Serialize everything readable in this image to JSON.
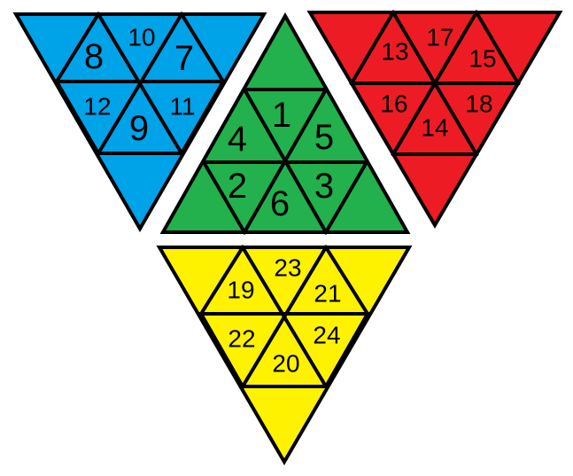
{
  "colors": {
    "blue": "#00a2e8",
    "green": "#22b14c",
    "red": "#ed1c24",
    "yellow": "#fff200",
    "outline": "#000000"
  },
  "pieces": [
    {
      "id": "blue",
      "color": "#00a2e8",
      "numbers": [
        "8",
        "10",
        "7",
        "12",
        "9",
        "11"
      ]
    },
    {
      "id": "green",
      "color": "#22b14c",
      "numbers": [
        "1",
        "4",
        "5",
        "2",
        "6",
        "3"
      ]
    },
    {
      "id": "red",
      "color": "#ed1c24",
      "numbers": [
        "13",
        "17",
        "15",
        "16",
        "14",
        "18"
      ]
    },
    {
      "id": "yellow",
      "color": "#fff200",
      "numbers": [
        "19",
        "23",
        "21",
        "22",
        "20",
        "24"
      ]
    }
  ]
}
